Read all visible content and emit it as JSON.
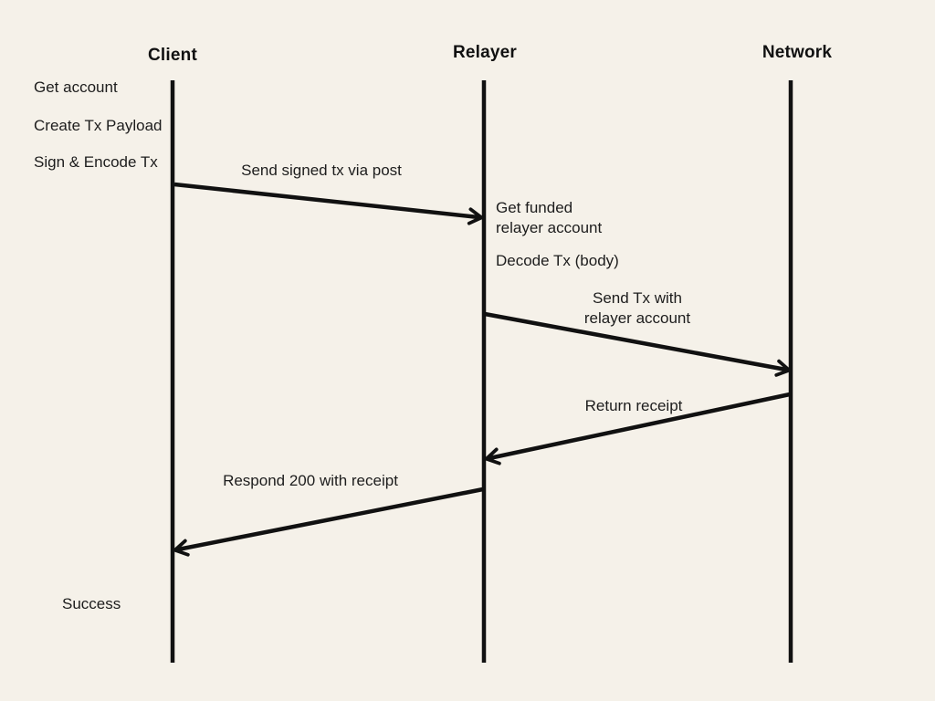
{
  "diagram_type": "sequence-diagram",
  "colors": {
    "background": "#f5f1e9",
    "line": "#111111",
    "text": "#1d1d1d"
  },
  "actors": {
    "client": {
      "title": "Client"
    },
    "relayer": {
      "title": "Relayer"
    },
    "network": {
      "title": "Network"
    }
  },
  "client_steps": [
    "Get account",
    "Create Tx Payload",
    "Sign & Encode Tx"
  ],
  "relayer_steps": [
    "Get funded\nrelayer account",
    "Decode Tx (body)"
  ],
  "messages": [
    {
      "label": "Send signed tx via post",
      "from": "Client",
      "to": "Relayer"
    },
    {
      "label": "Send Tx with\nrelayer account",
      "from": "Relayer",
      "to": "Network"
    },
    {
      "label": "Return receipt",
      "from": "Network",
      "to": "Relayer"
    },
    {
      "label": "Respond 200 with receipt",
      "from": "Relayer",
      "to": "Client"
    }
  ],
  "final_status": "Success"
}
